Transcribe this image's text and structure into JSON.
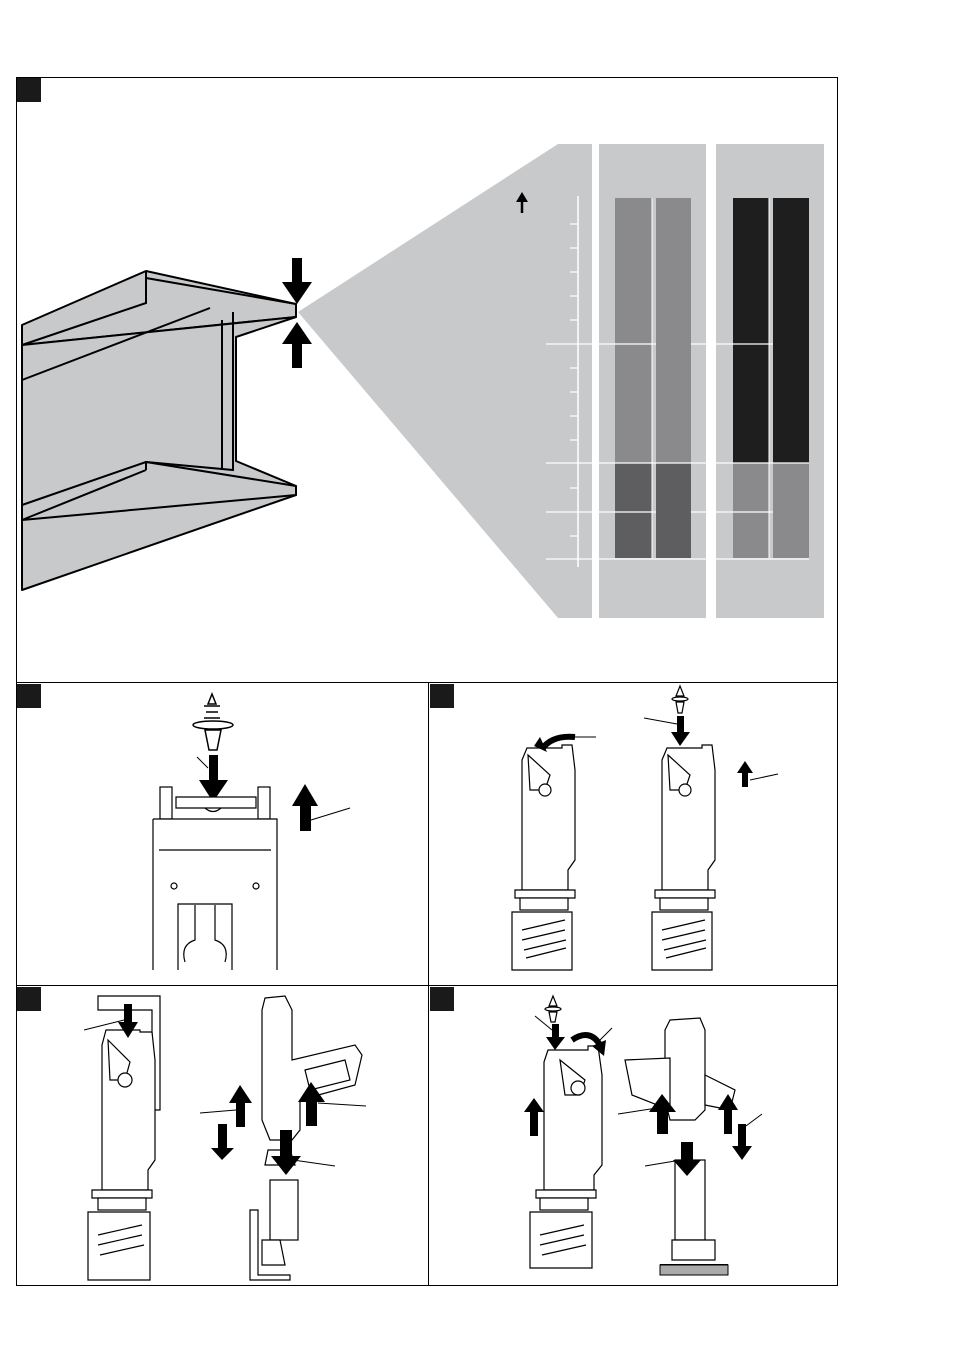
{
  "figure": {
    "panels": [
      {
        "id": "beam-thickness-chart",
        "label": ""
      },
      {
        "id": "magazine-insert",
        "label": ""
      },
      {
        "id": "magazine-load",
        "label": ""
      },
      {
        "id": "tool-attach",
        "label": ""
      },
      {
        "id": "tool-remove",
        "label": ""
      }
    ],
    "chart": {
      "left_column_color": "#8a8a8c",
      "right_column_color": "#1e1e1e",
      "lower_left_color": "#5e5e60",
      "lower_right_color": "#8a8a8c",
      "wedge_color": "#c8c9cb"
    },
    "icons": [
      "down-arrow-icon",
      "up-arrow-icon",
      "rotate-arrow-icon",
      "fastener-icon"
    ]
  }
}
